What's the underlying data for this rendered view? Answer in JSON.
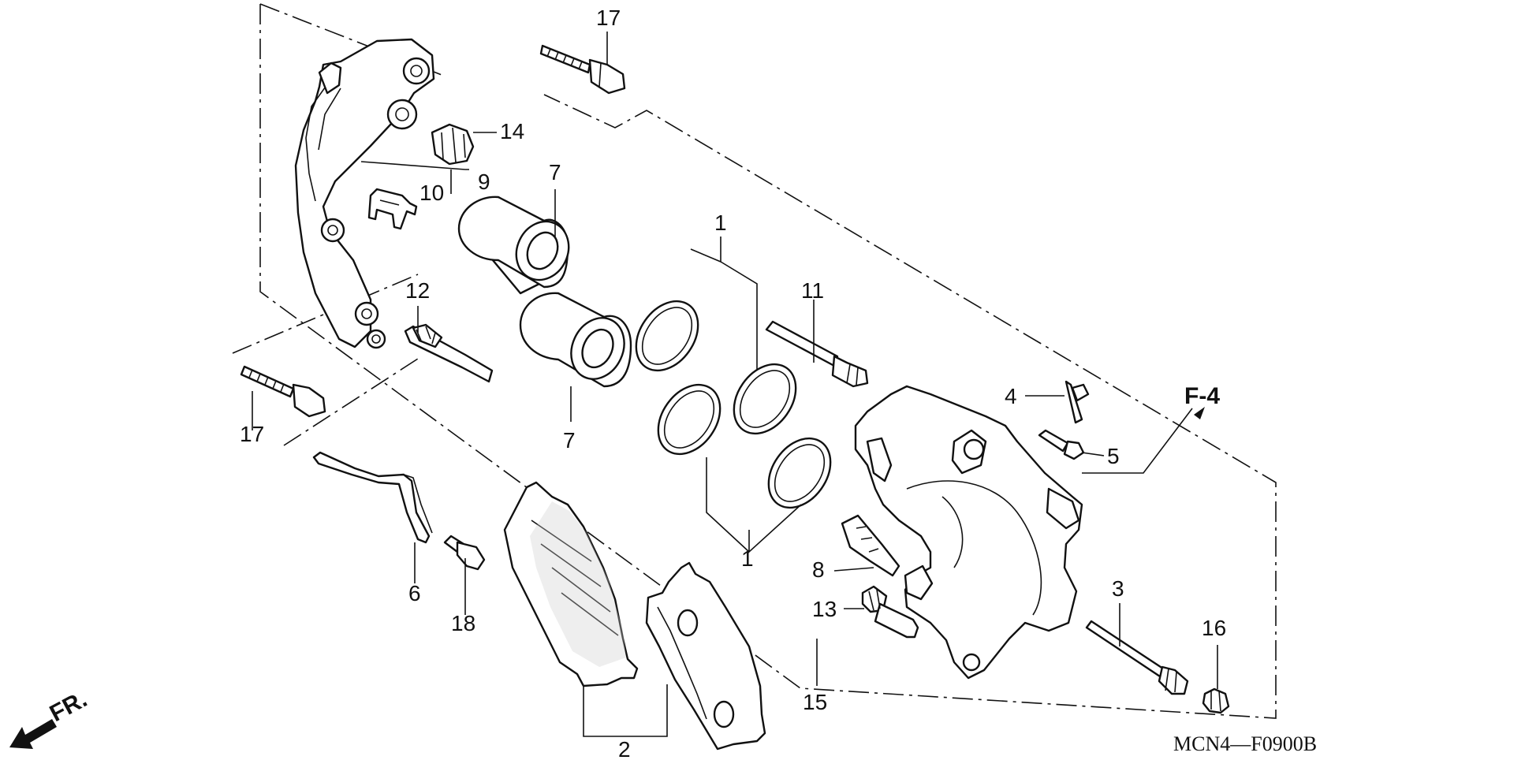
{
  "diagram": {
    "code": "MCN4—F0900B",
    "front_label": "FR.",
    "ref_label": "F-4",
    "callouts": {
      "c1a": "1",
      "c1b": "1",
      "c2": "2",
      "c3": "3",
      "c4": "4",
      "c5": "5",
      "c6": "6",
      "c7a": "7",
      "c7b": "7",
      "c8": "8",
      "c9": "9",
      "c10": "10",
      "c11": "11",
      "c12": "12",
      "c13": "13",
      "c14": "14",
      "c15": "15",
      "c16": "16",
      "c17a": "17",
      "c17b": "17",
      "c18": "18"
    }
  }
}
